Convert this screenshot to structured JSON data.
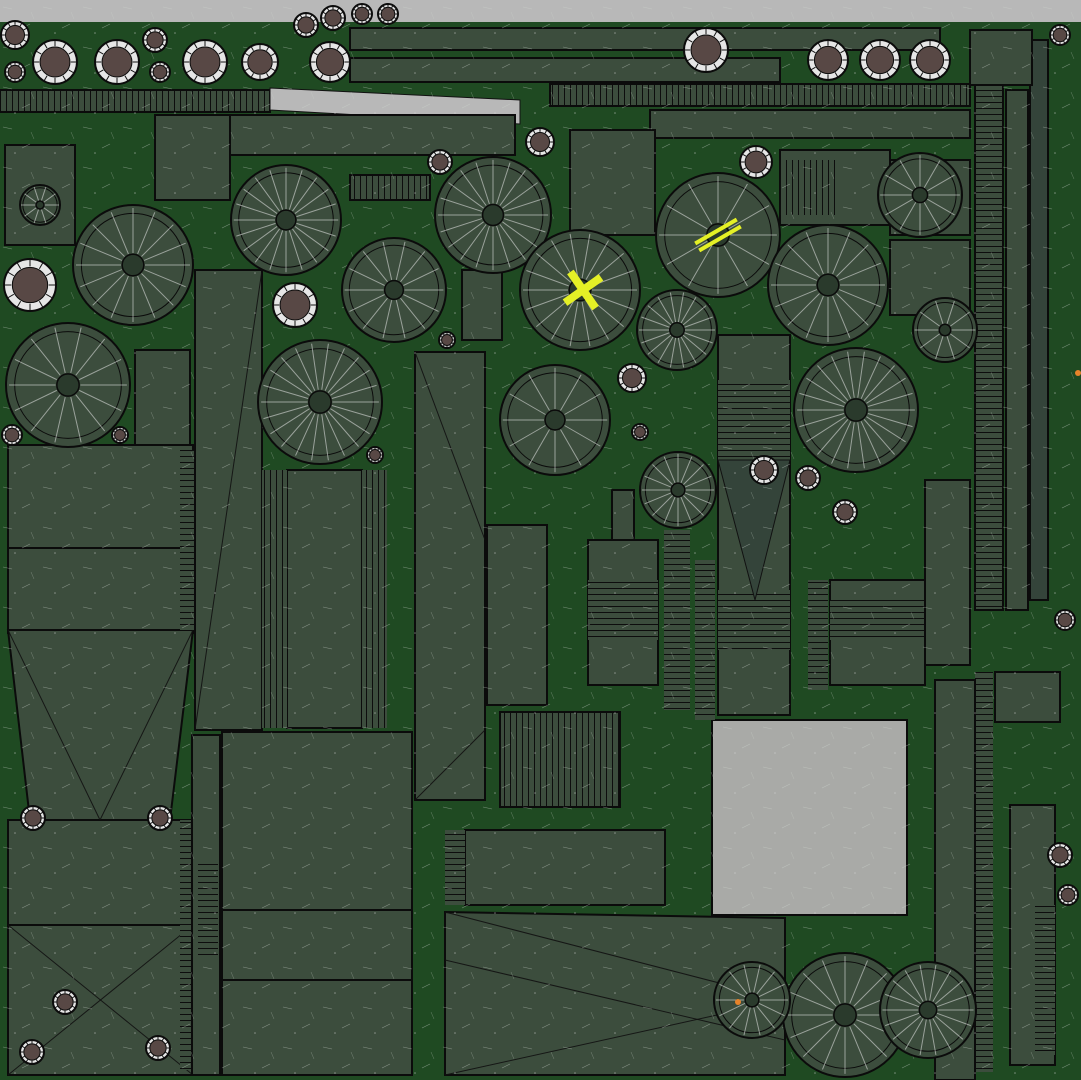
{
  "image": {
    "kind": "uv-texture-atlas",
    "labels": []
  },
  "colors": {
    "background": "#1f4a22",
    "panel": "#3c4d3d",
    "panel_dark": "#34443a",
    "panel_light": "#445646",
    "steel_panel": "#a9aaa7",
    "gap_gray": "#b8b8b8",
    "wire": "#111111",
    "bolt": "#584845",
    "bolt_ring": "#e6e6e6",
    "marking_yellow": "#e4f026",
    "accent_orange": "#e8832a"
  },
  "markings": [
    {
      "name": "cross-marking",
      "shape": "cross"
    },
    {
      "name": "dash-marking",
      "shape": "double-dash"
    }
  ]
}
